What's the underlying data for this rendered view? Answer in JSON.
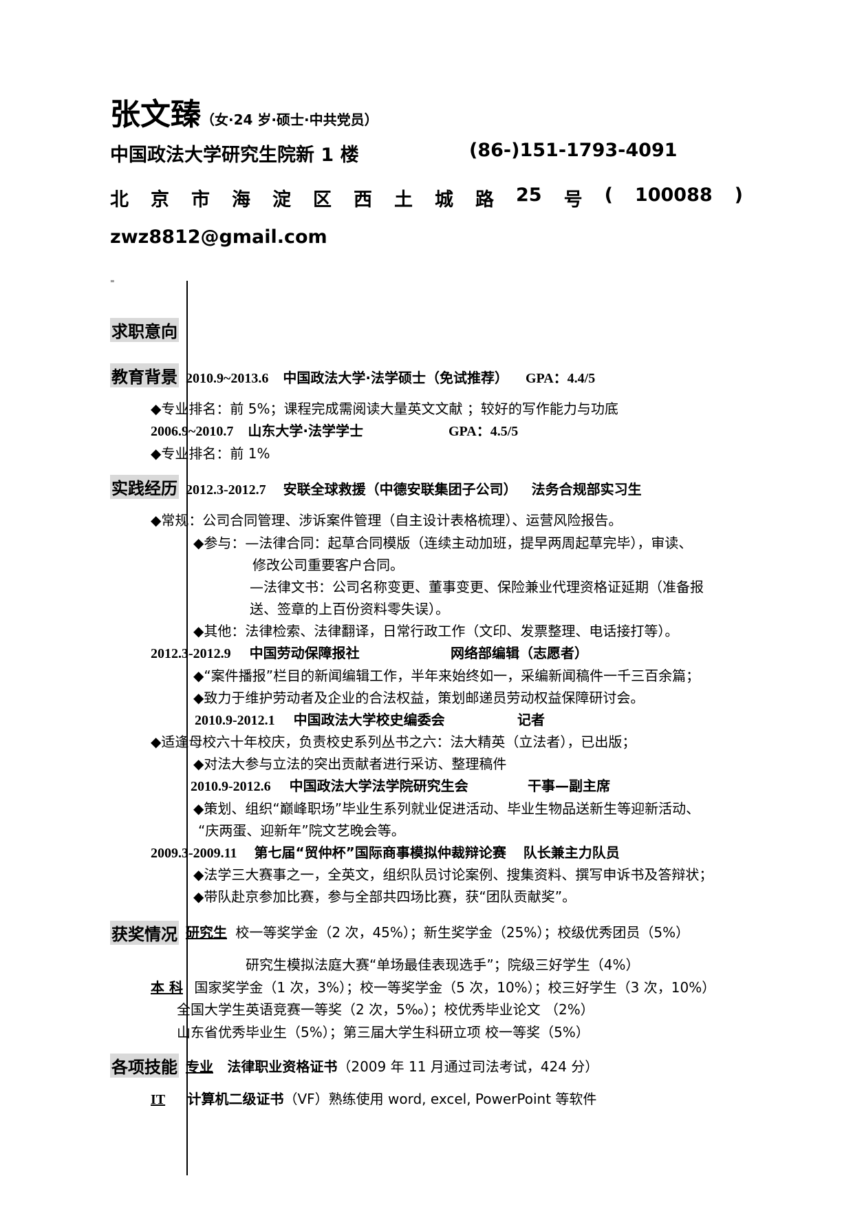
{
  "header": {
    "name": "张文臻",
    "name_sub": "（女·24 岁·硕士·中共党员）",
    "address1": "中国政法大学研究生院新 1 楼",
    "phone": "(86-)151-1793-4091",
    "address2_chars": [
      "北",
      "京",
      "市",
      "海",
      "淀",
      "区",
      "西",
      "土",
      "城",
      "路",
      "25",
      "号",
      "(",
      "100088",
      ")"
    ],
    "email": "zwz8812@gmail.com",
    "small_mark": "="
  },
  "sections": {
    "intent": "求职意向",
    "education": "教育背景",
    "practice": "实践经历",
    "awards": "获奖情况",
    "skills": "各项技能"
  },
  "education": {
    "e1_date": "2010.9~2013.6",
    "e1_school": "中国政法大学·法学硕士（免试推荐）",
    "e1_gpa": "GPA：4.4/5",
    "e1_detail": "◆专业排名：前 5%；课程完成需阅读大量英文文献 ；较好的写作能力与功底",
    "e2_date": "2006.9~2010.7",
    "e2_school": "山东大学·法学学士",
    "e2_gpa": "GPA：4.5/5",
    "e2_detail": "◆专业排名：前 1%"
  },
  "practice": {
    "p1_date": "2012.3-2012.7",
    "p1_org": "安联全球救援（中德安联集团子公司）",
    "p1_role": "法务合规部实习生",
    "p1_l1": "◆常规：公司合同管理、涉诉案件管理（自主设计表格梳理）、运营风险报告。",
    "p1_l2": "◆参与：—法律合同：起草合同模版（连续主动加班，提早两周起草完毕），审读、",
    "p1_l3": "修改公司重要客户合同。",
    "p1_l4": "—法律文书：公司名称变更、董事变更、保险兼业代理资格证延期（准备报",
    "p1_l5": "送、签章的上百份资料零失误）。",
    "p1_l6": "◆其他：法律检索、法律翻译，日常行政工作（文印、发票整理、电话接打等）。",
    "p2_date": "2012.3-2012.9",
    "p2_org": "中国劳动保障报社",
    "p2_role": "网络部编辑（志愿者）",
    "p2_l1": "◆“案件播报”栏目的新闻编辑工作，半年来始终如一，采编新闻稿件一千三百余篇；",
    "p2_l2": "◆致力于维护劳动者及企业的合法权益，策划邮递员劳动权益保障研讨会。",
    "p3_date": "2010.9-2012.1",
    "p3_org": "中国政法大学校史编委会",
    "p3_role": "记者",
    "p3_l1": "◆适逢母校六十年校庆，负责校史系列丛书之六：法大精英（立法者），已出版；",
    "p3_l2": "◆对法大参与立法的突出贡献者进行采访、整理稿件",
    "p4_date": "2010.9-2012.6",
    "p4_org": "中国政法大学法学院研究生会",
    "p4_role": "干事—副主席",
    "p4_l1": "◆策划、组织“巅峰职场”毕业生系列就业促进活动、毕业生物品送新生等迎新活动、",
    "p4_l2": "“庆两蛋、迎新年”院文艺晚会等。",
    "p5_date": "2009.3-2009.11",
    "p5_org": "第七届“贸仲杯”国际商事模拟仲裁辩论赛",
    "p5_role": "队长兼主力队员",
    "p5_l1": "◆法学三大赛事之一，全英文，组织队员讨论案例、搜集资料、撰写申诉书及答辩状；",
    "p5_l2": "◆带队赴京参加比赛，参与全部共四场比赛，获“团队贡献奖”。"
  },
  "awards": {
    "grad_label": "研究生",
    "grad_l1": "校一等奖学金（2 次，45%）；新生奖学金（25%）；校级优秀团员（5%）",
    "grad_l2": "研究生模拟法庭大赛“单场最佳表现选手”；院级三好学生（4%）",
    "ug_label": "本 科",
    "ug_l1": "国家奖学金（1 次，3%）；校一等奖学金（5 次，10%）；校三好学生（3 次，10%）",
    "ug_l2": "全国大学生英语竞赛一等奖（2 次，5‰）；校优秀毕业论文 （2%）",
    "ug_l3": "山东省优秀毕业生（5%）；第三届大学生科研立项 校一等奖（5%）"
  },
  "skills": {
    "s1_label": "专业",
    "s1_cert": "法律职业资格证书",
    "s1_detail": "（2009 年 11 月通过司法考试，424 分）",
    "s2_label": "IT",
    "s2_cert": "计算机二级证书",
    "s2_detail": "（VF）熟练使用 word, excel, PowerPoint 等软件"
  }
}
